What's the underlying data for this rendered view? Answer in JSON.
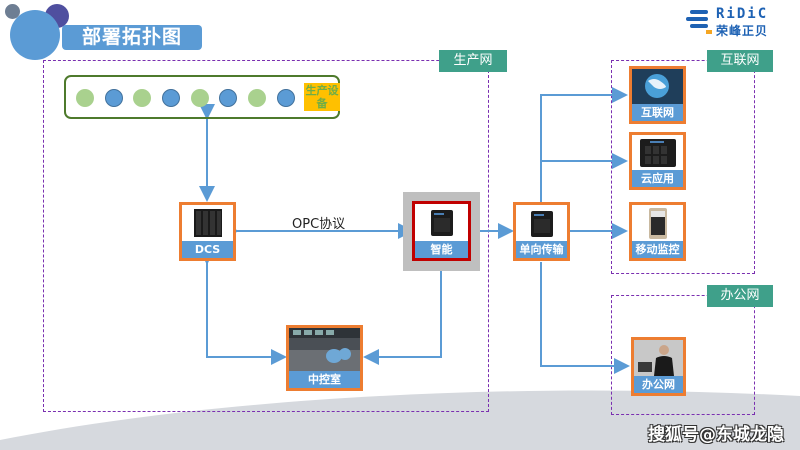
{
  "header": {
    "title": "部署拓扑图",
    "logo": {
      "brand": "RiDiC",
      "name": "荣峰正贝"
    }
  },
  "zones": {
    "production": {
      "label": "生产网"
    },
    "internet": {
      "label": "互联网"
    },
    "office": {
      "label": "办公网"
    }
  },
  "devices_bar": {
    "label": "生产设备",
    "dots": [
      "green",
      "blue",
      "green",
      "blue",
      "green",
      "blue",
      "green",
      "blue"
    ]
  },
  "nodes": {
    "dcs": {
      "label": "DCS",
      "icon": "server-rack-icon"
    },
    "smart": {
      "label": "智能",
      "icon": "server-icon"
    },
    "oneway": {
      "label": "单向传输",
      "icon": "server-icon"
    },
    "internet": {
      "label": "互联网",
      "icon": "globe-icon"
    },
    "cloud": {
      "label": "云应用",
      "icon": "nas-icon"
    },
    "mobile": {
      "label": "移动监控",
      "icon": "phone-icon"
    },
    "control_room": {
      "label": "中控室",
      "icon": "control-room-photo"
    },
    "office": {
      "label": "办公网",
      "icon": "office-worker-photo"
    }
  },
  "links": {
    "opc_label": "OPC协议"
  },
  "colors": {
    "accent_blue": "#5b9bd5",
    "node_border": "#ed7d31",
    "smart_border": "#c00000",
    "zone_label": "#3fa08a",
    "zone_border": "#7a2fb0"
  },
  "watermark": "搜狐号@东城龙隐"
}
